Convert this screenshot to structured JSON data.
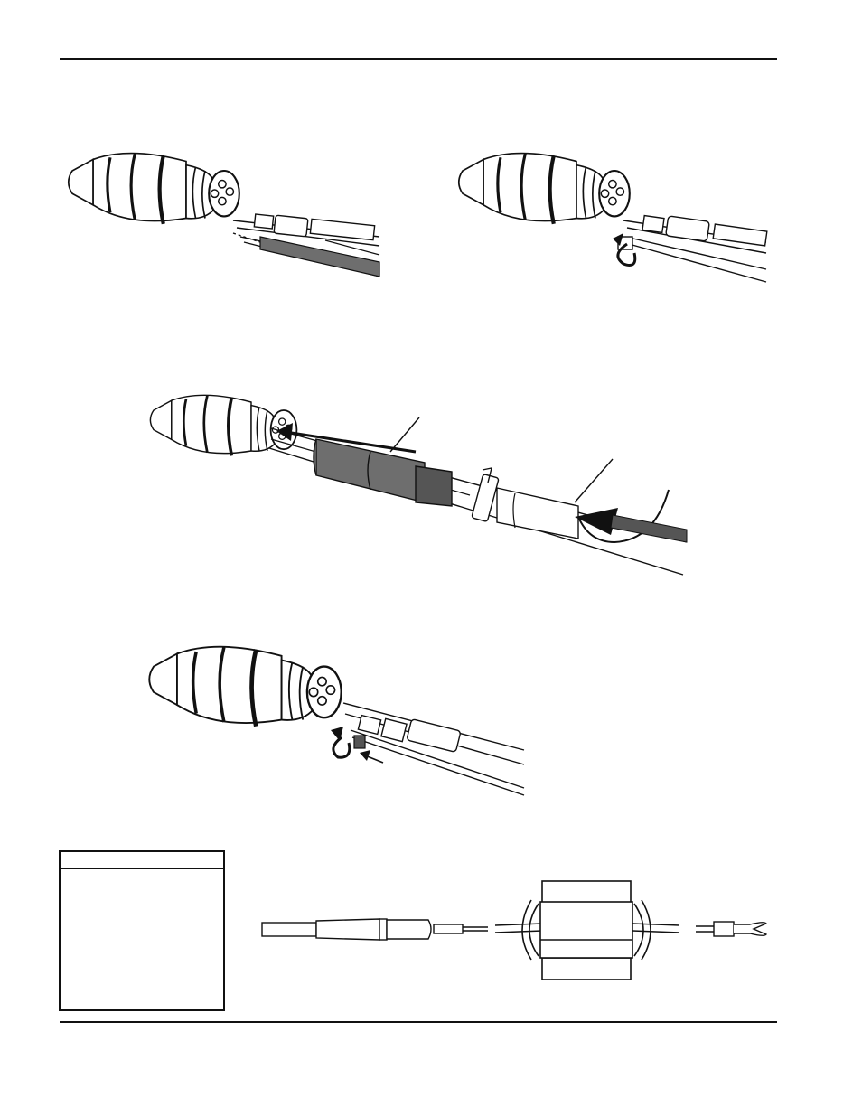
{
  "page": {
    "header_rule": "top-rule",
    "footer_rule": "bottom-rule"
  },
  "figures": [
    {
      "id": "step-1",
      "icon": "torch-lead-connection-drawing"
    },
    {
      "id": "step-2",
      "icon": "torch-lead-tighten-drawing"
    },
    {
      "id": "step-3",
      "icon": "torch-sleeve-slide-drawing"
    },
    {
      "id": "step-4",
      "icon": "torch-lead-final-connection-drawing"
    }
  ],
  "legend": {
    "items": [
      {
        "icon": "connector-pin-icon"
      },
      {
        "icon": "ferrite-core-icon"
      },
      {
        "icon": "spade-terminal-icon"
      }
    ]
  },
  "colors": {
    "ink": "#111111",
    "sleeve": "#6e6e6e",
    "lead_dark": "#555555",
    "paper": "#ffffff"
  }
}
